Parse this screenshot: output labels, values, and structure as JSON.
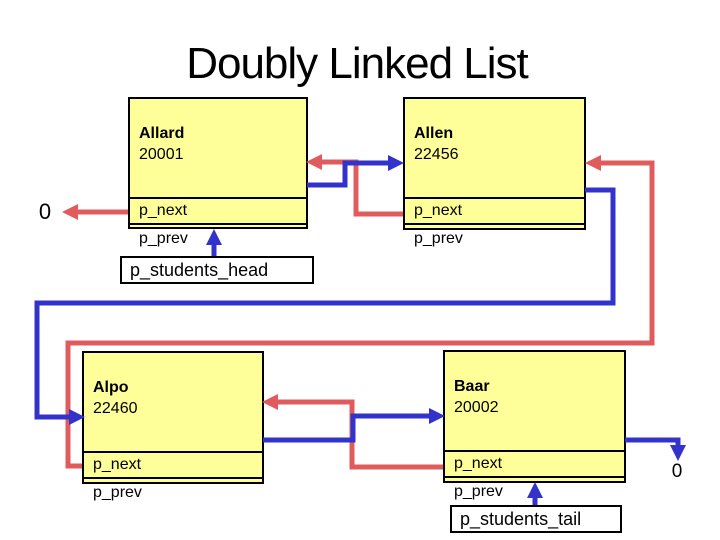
{
  "slide": {
    "title": "Doubly Linked List"
  },
  "colors": {
    "background": "#FFFFFF",
    "node_fill": "#FFFF99",
    "node_border": "#000000",
    "text": "#000000",
    "next": "#3333CC",
    "prev": "#E05C5C"
  },
  "nodes": [
    {
      "name": "Allard",
      "number": "20001",
      "fields": [
        "p_next",
        "p_prev"
      ]
    },
    {
      "name": "Allen",
      "number": "22456",
      "fields": [
        "p_next",
        "p_prev"
      ]
    },
    {
      "name": "Alpo",
      "number": "22460",
      "fields": [
        "p_next",
        "p_prev"
      ]
    },
    {
      "name": "Baar",
      "number": "20002",
      "fields": [
        "p_next",
        "p_prev"
      ]
    }
  ],
  "pointers": {
    "head_label": "p_students_head",
    "tail_label": "p_students_tail"
  },
  "nulls": {
    "head_prev": "0",
    "tail_next": "0"
  },
  "edges": [
    {
      "from": "Allard.p_next",
      "to": "Allen",
      "type": "next"
    },
    {
      "from": "Allen.p_next",
      "to": "Alpo",
      "type": "next"
    },
    {
      "from": "Alpo.p_next",
      "to": "Baar",
      "type": "next"
    },
    {
      "from": "Baar.p_next",
      "to": "0",
      "type": "next"
    },
    {
      "from": "Allard.p_prev",
      "to": "0",
      "type": "prev"
    },
    {
      "from": "Allen.p_prev",
      "to": "Allard",
      "type": "prev"
    },
    {
      "from": "Alpo.p_prev",
      "to": "Allen",
      "type": "prev"
    },
    {
      "from": "Baar.p_prev",
      "to": "Alpo",
      "type": "prev"
    },
    {
      "from": "p_students_head",
      "to": "Allard",
      "type": "head"
    },
    {
      "from": "p_students_tail",
      "to": "Baar",
      "type": "tail"
    }
  ]
}
